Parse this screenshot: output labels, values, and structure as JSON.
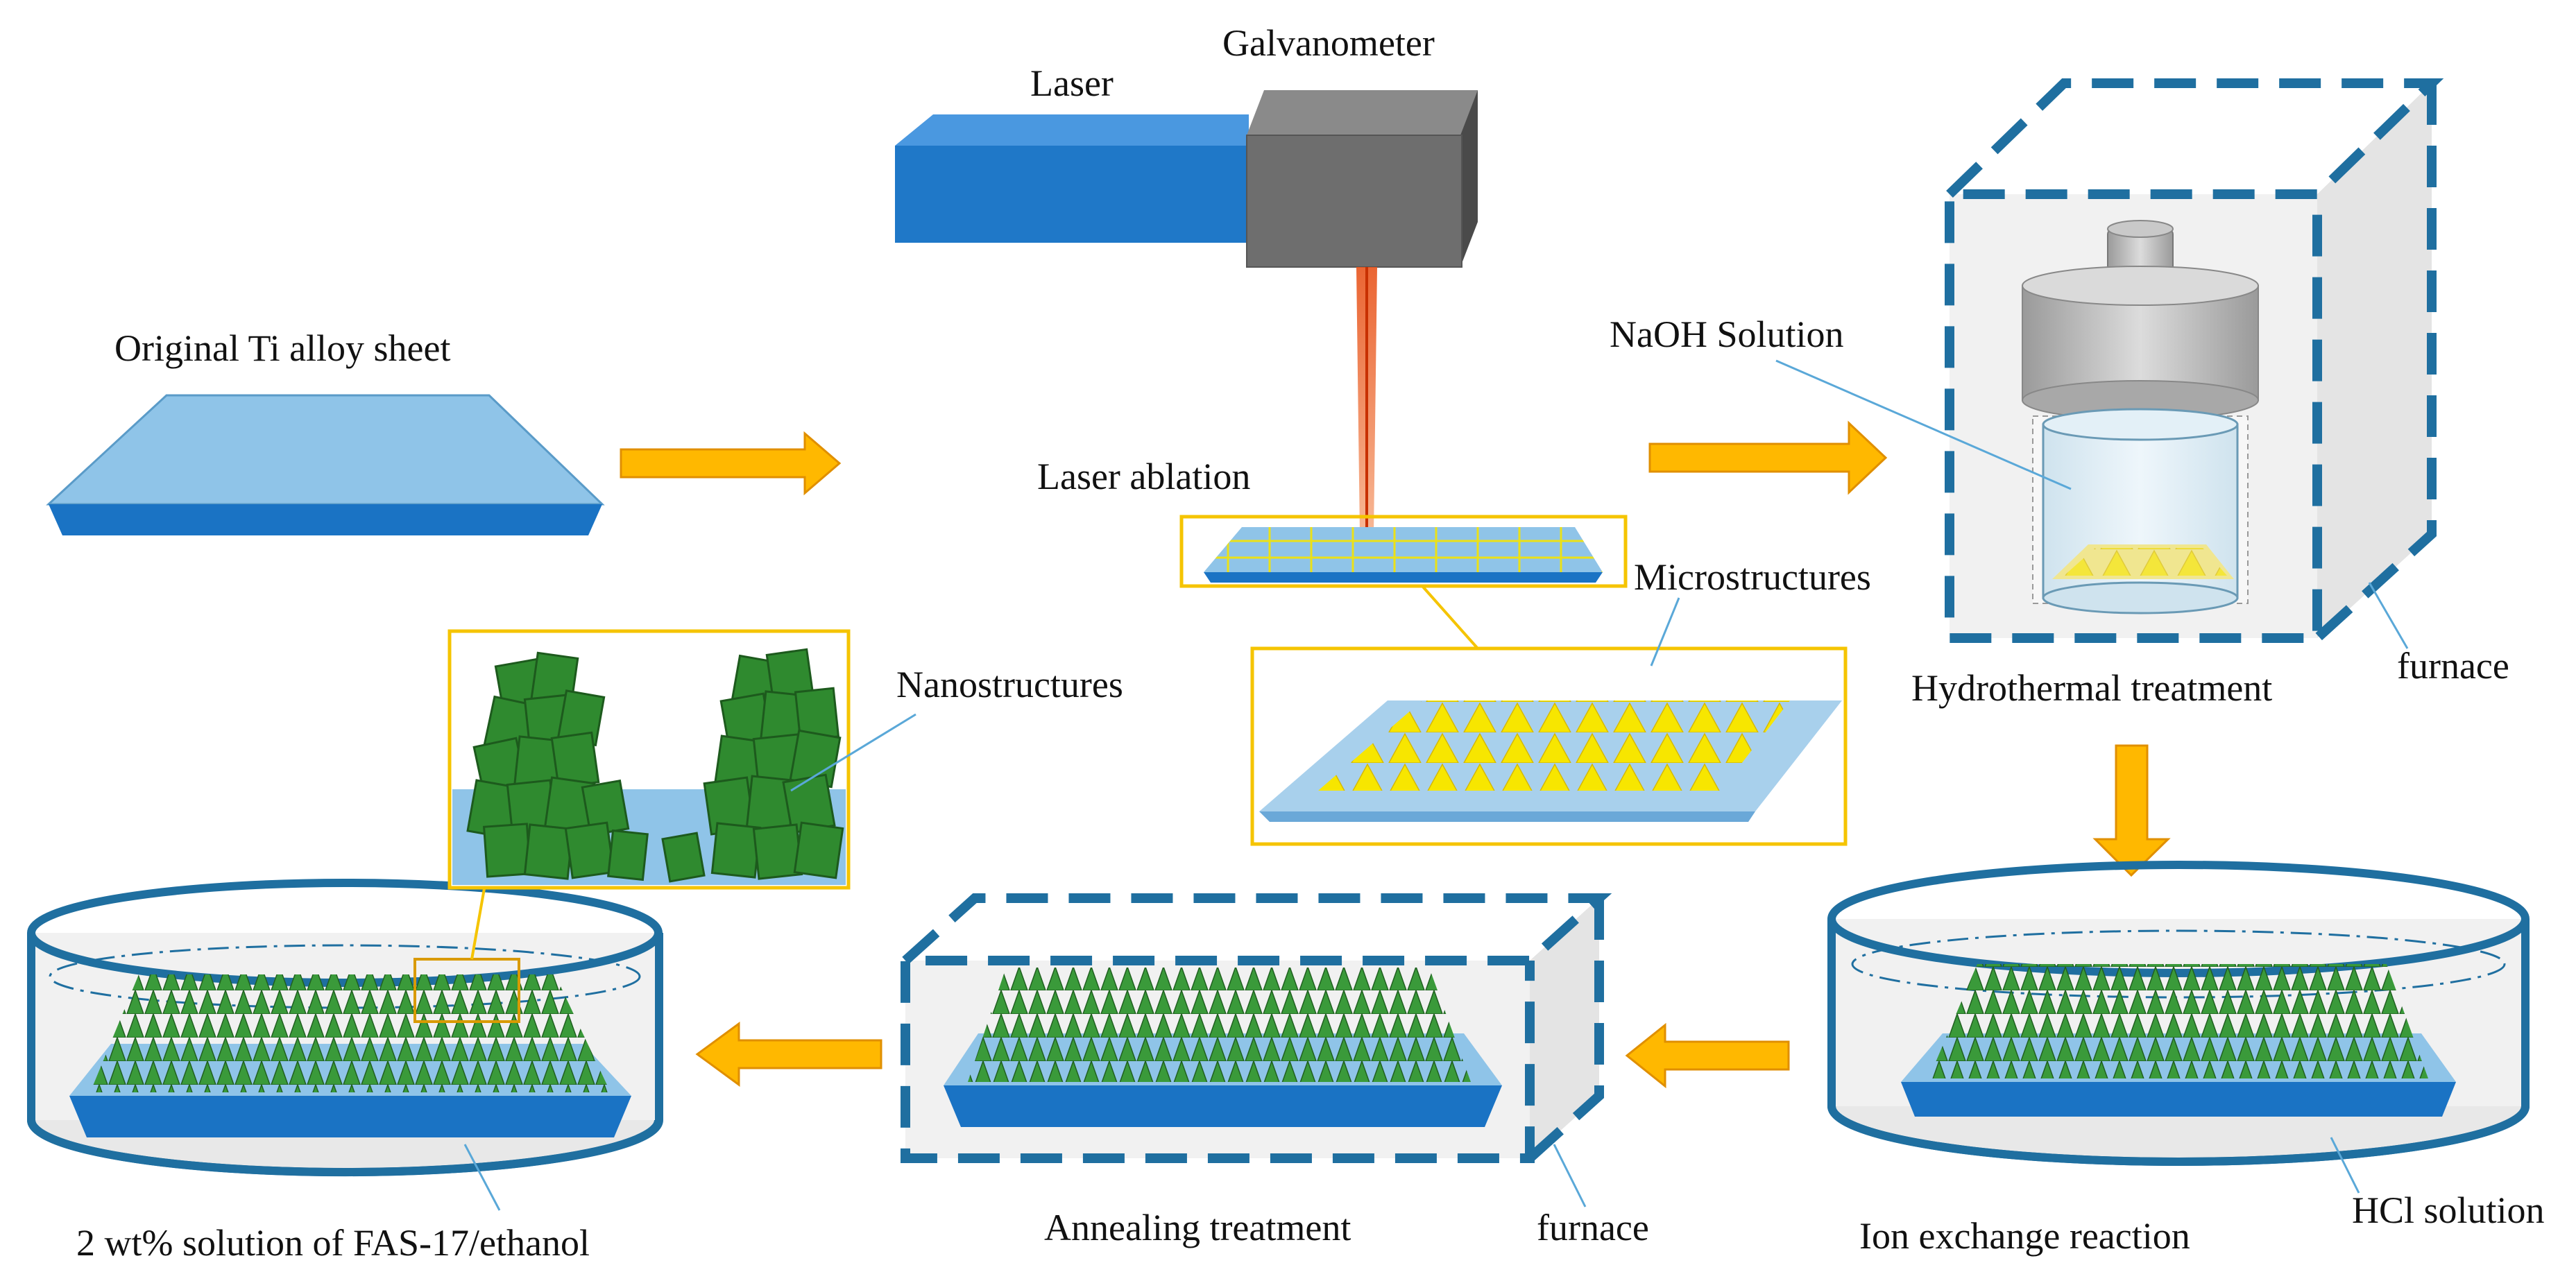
{
  "labels": {
    "laser": "Laser",
    "galvanometer": "Galvanometer",
    "original_sheet": "Original Ti alloy sheet",
    "laser_ablation": "Laser ablation",
    "microstructures": "Microstructures",
    "naoh_solution": "NaOH Solution",
    "hydrothermal_treatment": "Hydrothermal treatment",
    "furnace_top": "furnace",
    "nanostructures": "Nanostructures",
    "fas_solution": "2 wt% solution of FAS-17/ethanol",
    "annealing_treatment": "Annealing treatment",
    "furnace_bottom": "furnace",
    "ion_exchange": "Ion exchange reaction",
    "hcl_solution": "HCl solution"
  },
  "colors": {
    "sheet_top": "#8fc4e8",
    "sheet_side": "#1a73c4",
    "laser_body": "#1f78c8",
    "galvanometer": "#6e6e6e",
    "arrow": "#ffb800",
    "furnace_dash": "#1f6fa0",
    "inset_border": "#f5c400",
    "micro_cone": "#f5e400",
    "nano_green": "#2f8a2f",
    "vessel_blue": "#1f6fa0",
    "beam": "#e8541c"
  }
}
